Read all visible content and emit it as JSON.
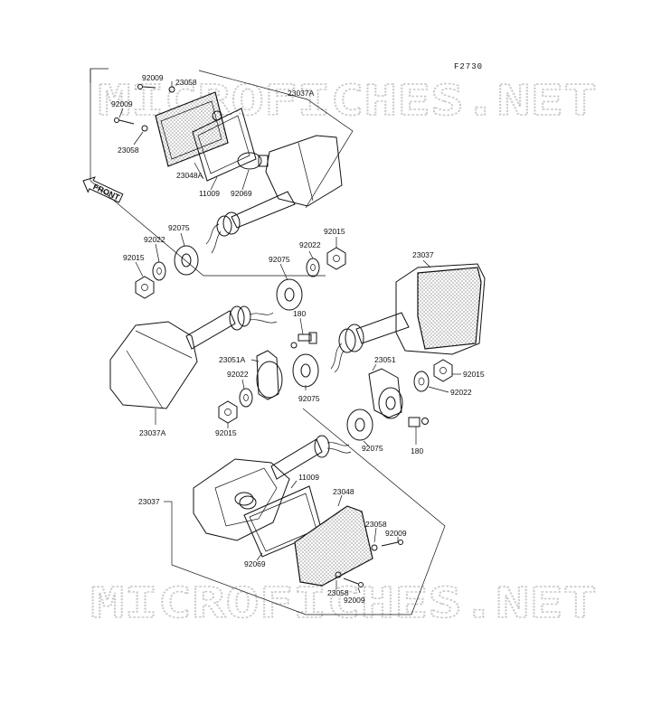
{
  "figure_code": "F2730",
  "watermark": "MICROFICHES.NET",
  "direction_label": "FRONT",
  "labels": {
    "p92009_a": "92009",
    "p23058_a": "23058",
    "p92009_b": "92009",
    "p23058_b": "23058",
    "p23037A_top": "23037A",
    "p23048A": "23048A",
    "p11009_top": "11009",
    "p92069_top": "92069",
    "p92075_a": "92075",
    "p92022_a": "92022",
    "p92015_a": "92015",
    "p92022_b": "92022",
    "p92015_b": "92015",
    "p92075_b": "92075",
    "p23037_right": "23037",
    "p180_a": "180",
    "p23051A": "23051A",
    "p92022_c": "92022",
    "p92075_c": "92075",
    "p23051": "23051",
    "p92015_c": "92015",
    "p92022_d": "92022",
    "p23037A_left": "23037A",
    "p92015_d": "92015",
    "p92075_d": "92075",
    "p180_b": "180",
    "p23037_bottom": "23037",
    "p11009_bottom": "11009",
    "p23048": "23048",
    "p23058_c": "23058",
    "p92009_c": "92009",
    "p92069_bottom": "92069",
    "p23058_d": "23058",
    "p92009_d": "92009"
  }
}
